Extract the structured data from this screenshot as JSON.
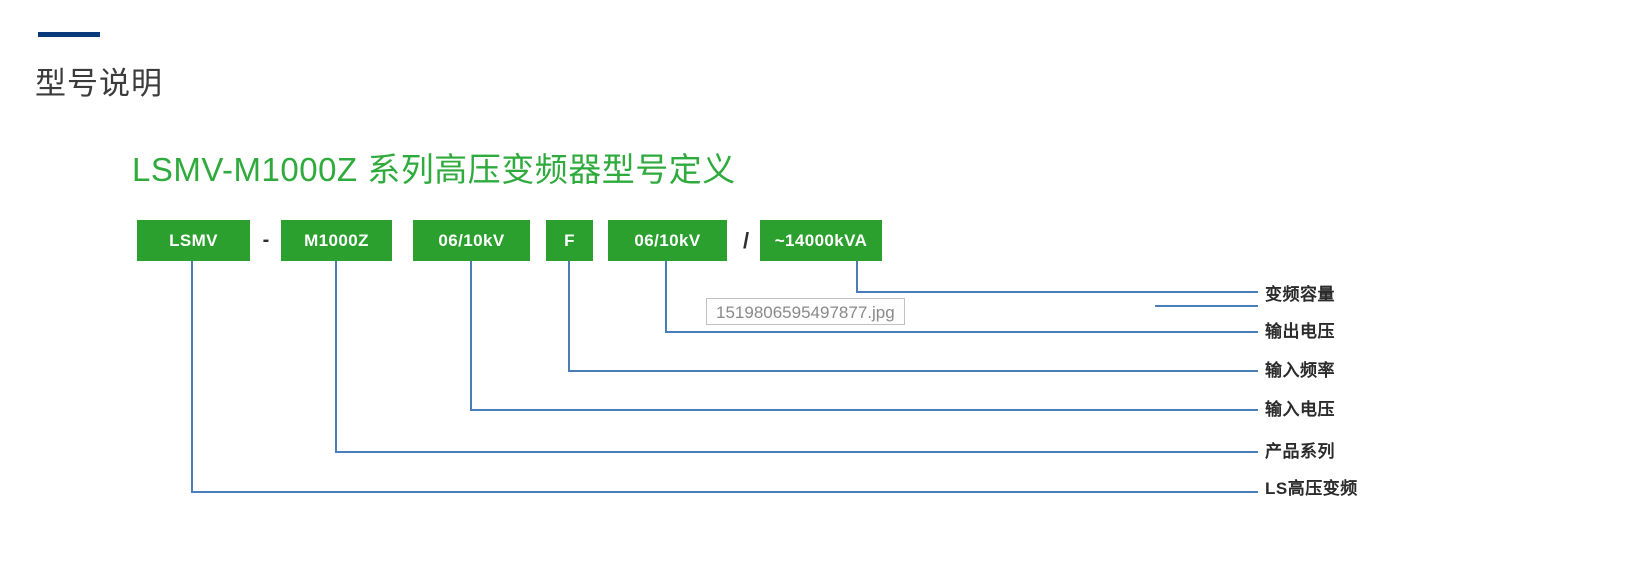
{
  "page": {
    "title": "型号说明",
    "accent_color": "#083a7c",
    "background": "#ffffff"
  },
  "diagram": {
    "heading": "LSMV-M1000Z 系列高压变频器型号定义",
    "heading_color": "#2faa3c",
    "box_color": "#2ba02e",
    "line_color": "#4a7ebb",
    "segments": [
      {
        "type": "box",
        "text": "LSMV"
      },
      {
        "type": "separator",
        "text": "-"
      },
      {
        "type": "box",
        "text": "M1000Z"
      },
      {
        "type": "box",
        "text": "06/10kV"
      },
      {
        "type": "box",
        "text": "F"
      },
      {
        "type": "box",
        "text": "06/10kV"
      },
      {
        "type": "separator",
        "text": "/"
      },
      {
        "type": "box",
        "text": "~14000kVA"
      }
    ],
    "legend": [
      {
        "label": "变频容量",
        "source": "~14000kVA"
      },
      {
        "label": "输出电压",
        "source": "06/10kV"
      },
      {
        "label": "输入频率",
        "source": "F"
      },
      {
        "label": "输入电压",
        "source": "06/10kV"
      },
      {
        "label": "产品系列",
        "source": "M1000Z"
      },
      {
        "label": "LS高压变频",
        "source": "LSMV"
      }
    ]
  },
  "tooltip": {
    "filename": "1519806595497877.jpg"
  }
}
